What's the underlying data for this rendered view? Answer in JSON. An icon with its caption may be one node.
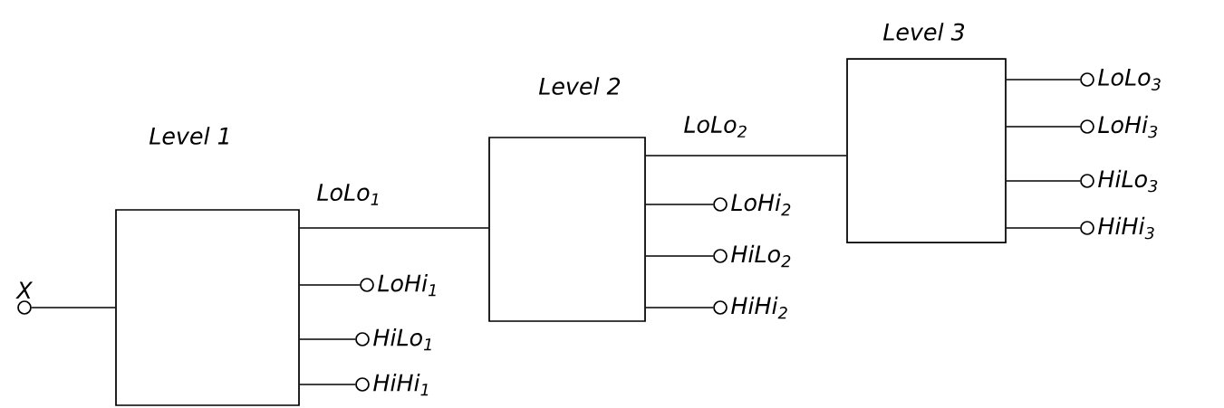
{
  "diagram": {
    "nodes": [
      {
        "text": [
          "X"
        ]
      },
      {
        "text": [
          "Level 1"
        ]
      },
      {
        "text": [
          "LoHi$_{1}$"
        ]
      },
      {
        "text": [
          "HiLo$_{1}$"
        ]
      },
      {
        "text": [
          "HiHi$_{1}$"
        ]
      },
      {
        "text": [
          "Level 2"
        ]
      },
      {
        "text": [
          "LoHi$_{2}$"
        ]
      },
      {
        "text": [
          "HiLo$_{2}$"
        ]
      },
      {
        "text": [
          "HiHi$_{2}$"
        ]
      },
      {
        "text": [
          "Level 3"
        ]
      },
      {
        "text": [
          "LoLo$_{3}$"
        ]
      },
      {
        "text": [
          "LoHi$_{3}$"
        ]
      },
      {
        "text": [
          "HiLo$_{3}$"
        ]
      },
      {
        "text": [
          "HiHi$_{3}$"
        ]
      }
    ],
    "edges": [
      {
        "from": 0,
        "to": 1,
        "arrow": "none"
      },
      {
        "from": 1,
        "to": 5,
        "arrow": "none",
        "label": "LoLo$_{1}$"
      },
      {
        "from": 1,
        "to": 2,
        "arrow": "none"
      },
      {
        "from": 1,
        "to": 3,
        "arrow": "none"
      },
      {
        "from": 1,
        "to": 4,
        "arrow": "none"
      },
      {
        "from": 5,
        "to": 9,
        "arrow": "none",
        "label": "LoLo$_{2}$"
      },
      {
        "from": 5,
        "to": 6,
        "arrow": "none"
      },
      {
        "from": 5,
        "to": 7,
        "arrow": "none"
      },
      {
        "from": 5,
        "to": 8,
        "arrow": "none"
      },
      {
        "from": 9,
        "to": 10,
        "arrow": "none"
      },
      {
        "from": 9,
        "to": 11,
        "arrow": "none"
      },
      {
        "from": 9,
        "to": 12,
        "arrow": "none"
      },
      {
        "from": 9,
        "to": 13,
        "arrow": "none"
      }
    ]
  }
}
